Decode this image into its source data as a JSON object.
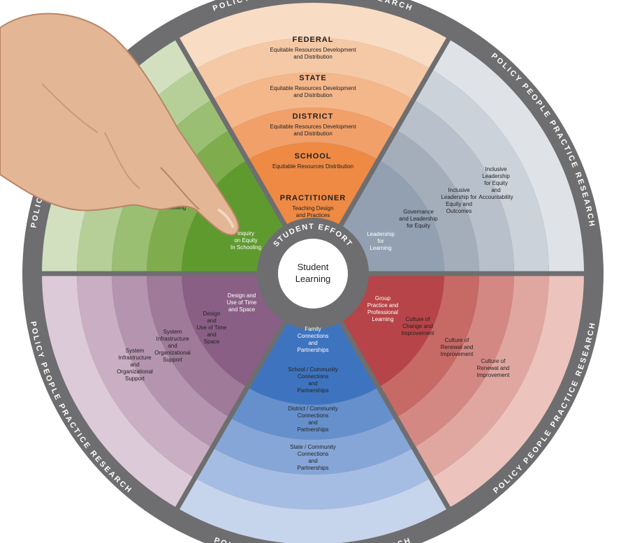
{
  "center": {
    "line1": "Student",
    "line2": "Learning",
    "effort": "STUDENT EFFORT"
  },
  "rim": {
    "words": [
      "POLICY",
      "PEOPLE",
      "PRACTICE",
      "RESEARCH"
    ]
  },
  "colors": {
    "rim": "#6e6e70",
    "hub_ring": "#6e6e70",
    "top": [
      "#f8dcc4",
      "#f6c9a6",
      "#f4b78a",
      "#f1a06a",
      "#ee8a44"
    ],
    "top_right": [
      "#dfe3e8",
      "#cbd2da",
      "#b7c0cb",
      "#a4aebb",
      "#92a0b1"
    ],
    "bottom_right": [
      "#ecc4bd",
      "#e0a7a1",
      "#d48884",
      "#c76965",
      "#b74448"
    ],
    "bottom": [
      "#c6d4ec",
      "#a6bde3",
      "#86a6d8",
      "#6690cc",
      "#3e74bf"
    ],
    "bottom_left": [
      "#ddcad8",
      "#c9aec4",
      "#b494af",
      "#9f7a99",
      "#8a5f85"
    ],
    "top_left": [
      "#d2e0c0",
      "#b6cf98",
      "#9abe72",
      "#7fad4e",
      "#5f9a2f"
    ]
  },
  "sectors": {
    "top": {
      "rings": [
        {
          "heading": "FEDERAL",
          "lines": [
            "Equitable Resources Development",
            "and Distribution"
          ]
        },
        {
          "heading": "STATE",
          "lines": [
            "Equitable Resources Development",
            "and Distribution"
          ]
        },
        {
          "heading": "DISTRICT",
          "lines": [
            "Equitable Resources Development",
            "and Distribution"
          ]
        },
        {
          "heading": "SCHOOL",
          "lines": [
            "Equitable Resources Distribution"
          ]
        },
        {
          "heading": "PRACTITIONER",
          "lines": [
            "Teaching Design",
            "and Practices"
          ]
        }
      ]
    },
    "top_right": {
      "rings": [
        {
          "lines": [
            "Inclusive",
            "Leadership",
            "for Equity",
            "and",
            "Accountability"
          ]
        },
        {
          "lines": [
            "Inclusive",
            "Leadership for",
            "Equity and",
            "Outcomes"
          ]
        },
        {
          "lines": [
            "Governance",
            "and Leadership",
            "for Equity"
          ]
        },
        {
          "lines": [
            "Leadership",
            "for",
            "Learning"
          ]
        }
      ]
    },
    "bottom_right": {
      "rings": [
        {
          "lines": [
            "Culture of",
            "Renewal and",
            "Improvement"
          ]
        },
        {
          "lines": [
            "Culture of",
            "Renewal and",
            "Improvement"
          ]
        },
        {
          "lines": [
            "Culture of",
            "Change and",
            "Improvement"
          ]
        },
        {
          "lines": [
            "Group",
            "Practice and",
            "Professional",
            "Learning"
          ]
        }
      ]
    },
    "bottom": {
      "rings": [
        {
          "lines": [
            "State / Community",
            "Connections",
            "and",
            "Partnerships"
          ]
        },
        {
          "lines": [
            "District / Community",
            "Connections",
            "and",
            "Partnerships"
          ]
        },
        {
          "lines": [
            "School / Community",
            "Connections",
            "and",
            "Partnerships"
          ]
        },
        {
          "lines": [
            "Family",
            "Connections",
            "and",
            "Partnerships"
          ]
        }
      ]
    },
    "bottom_left": {
      "rings": [
        {
          "lines": [
            "System",
            "Infrastructure",
            "and",
            "Organizational",
            "Support"
          ]
        },
        {
          "lines": [
            "System",
            "Infrastructure",
            "and",
            "Organizational",
            "Support"
          ]
        },
        {
          "lines": [
            "Design",
            "and",
            "Use of Time",
            "and",
            "Space"
          ]
        },
        {
          "lines": [
            "Design and",
            "Use of Time",
            "and Space"
          ]
        }
      ]
    },
    "top_left": {
      "rings": [
        {
          "lines": [
            "...chooling"
          ]
        },
        {
          "lines": [
            "Inquiry",
            "on Equity",
            "In Schooling"
          ]
        }
      ]
    }
  }
}
